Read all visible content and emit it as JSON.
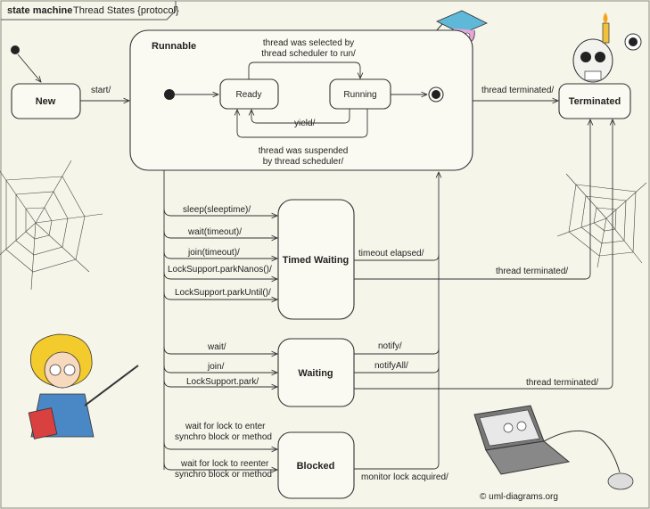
{
  "frame": {
    "keyword": "state machine",
    "name": "Thread States {protocol}"
  },
  "states": {
    "new": "New",
    "runnable": "Runnable",
    "ready": "Ready",
    "running": "Running",
    "terminated": "Terminated",
    "timed_waiting": "Timed Waiting",
    "waiting": "Waiting",
    "blocked": "Blocked"
  },
  "transitions": {
    "start": "start/",
    "selected_line1": "thread was selected by",
    "selected_line2": "thread scheduler to run/",
    "yield": "yield/",
    "suspended_line1": "thread was suspended",
    "suspended_line2": "by thread scheduler/",
    "terminated_runnable": "thread terminated/",
    "terminated_timed": "thread terminated/",
    "terminated_waiting": "thread terminated/",
    "sleep": "sleep(sleeptime)/",
    "wait_timeout": "wait(timeout)/",
    "join_timeout": "join(timeout)/",
    "park_nanos": "LockSupport.parkNanos()/",
    "park_until": "LockSupport.parkUntil()/",
    "timeout_elapsed": "timeout elapsed/",
    "wait": "wait/",
    "join": "join/",
    "park": "LockSupport.park/",
    "notify": "notify/",
    "notify_all": "notifyAll/",
    "lock_enter_line1": "wait for lock to enter",
    "lock_enter_line2": "synchro block or method",
    "lock_reenter_line1": "wait for lock to reenter",
    "lock_reenter_line2": "synchro block or method",
    "monitor_acquired": "monitor lock acquired/"
  },
  "watermark": "© uml-diagrams.org",
  "decorations": [
    "spider-web-icon",
    "graduation-cap-icon",
    "skull-candle-icon",
    "teacher-girl-icon",
    "laptop-icon",
    "mouse-icon"
  ]
}
